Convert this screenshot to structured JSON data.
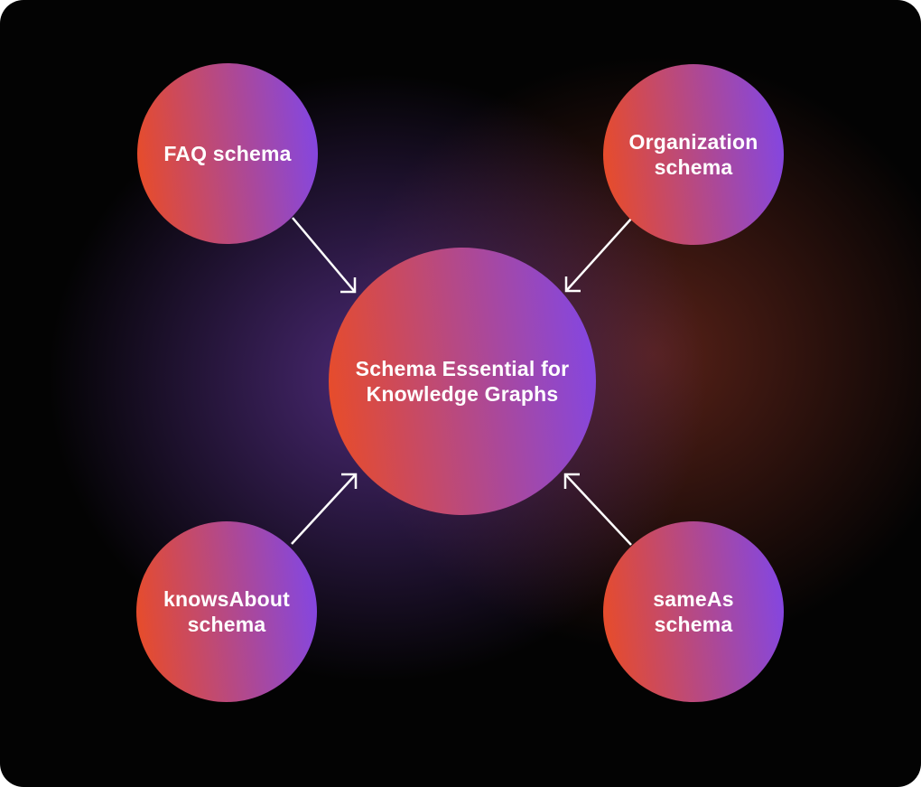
{
  "diagram": {
    "center": {
      "label": "Schema Essential for\nKnowledge Graphs"
    },
    "satellites": [
      {
        "id": "faq",
        "label": "FAQ schema",
        "position": "top-left"
      },
      {
        "id": "organization",
        "label": "Organization\nschema",
        "position": "top-right"
      },
      {
        "id": "knows-about",
        "label": "knowsAbout\nschema",
        "position": "bottom-left"
      },
      {
        "id": "same-as",
        "label": "sameAs\nschema",
        "position": "bottom-right"
      }
    ],
    "arrows": [
      {
        "from": "faq",
        "to": "center"
      },
      {
        "from": "organization",
        "to": "center"
      },
      {
        "from": "knows-about",
        "to": "center"
      },
      {
        "from": "same-as",
        "to": "center"
      }
    ]
  },
  "colors": {
    "canvas_bg": "#030303",
    "node_gradient_start": "#ec4c21",
    "node_gradient_end": "#7f46ea",
    "glow_purple": "#583089",
    "glow_red": "#66261b",
    "arrow": "#ffffff",
    "text": "#ffffff"
  }
}
